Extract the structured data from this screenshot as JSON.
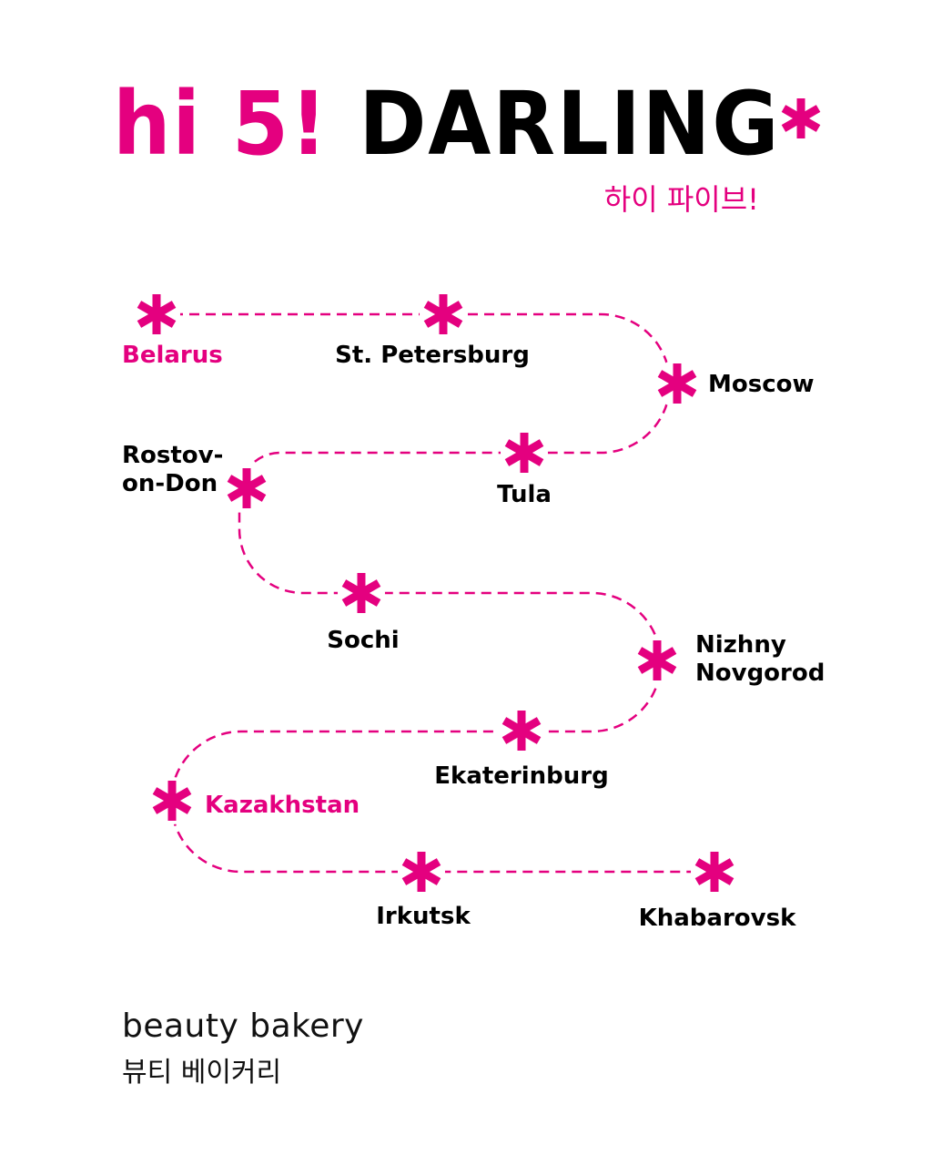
{
  "title": {
    "part1": "hi 5!",
    "part2": "DARLING",
    "mark": "*",
    "korean": "하이 파이브!"
  },
  "colors": {
    "accent": "#e4007f",
    "text": "#000000"
  },
  "route": {
    "stops": [
      {
        "name": "Belarus",
        "highlight": true
      },
      {
        "name": "St. Petersburg",
        "highlight": false
      },
      {
        "name": "Moscow",
        "highlight": false
      },
      {
        "name": "Tula",
        "highlight": false
      },
      {
        "name_line1": "Rostov-",
        "name_line2": "on-Don",
        "highlight": false
      },
      {
        "name": "Sochi",
        "highlight": false
      },
      {
        "name_line1": "Nizhny",
        "name_line2": "Novgorod",
        "highlight": false
      },
      {
        "name": "Ekaterinburg",
        "highlight": false
      },
      {
        "name": "Kazakhstan",
        "highlight": true
      },
      {
        "name": "Irkutsk",
        "highlight": false
      },
      {
        "name": "Khabarovsk",
        "highlight": false
      }
    ]
  },
  "brand": {
    "name": "beauty bakery",
    "korean": "뷰티 베이커리"
  }
}
